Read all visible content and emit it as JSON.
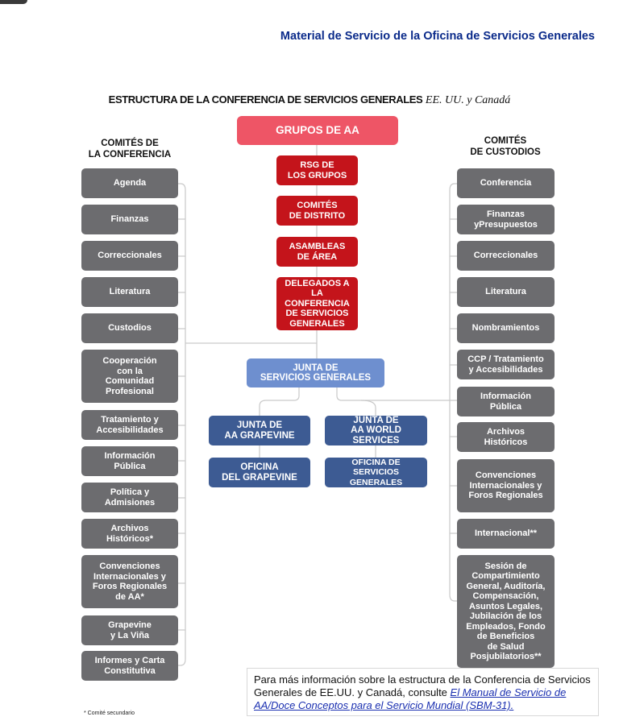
{
  "header": {
    "title": "Material de Servicio de la Oficina de Servicios Generales"
  },
  "diagram": {
    "title_bold": "ESTRUCTURA DE LA CONFERENCIA DE SERVICIOS GENERALES",
    "title_italic": "EE. UU. y Canadá",
    "left_column_title": "COMITÉS DE\nLA CONFERENCIA",
    "right_column_title": "COMITÉS\nDE CUSTODIOS",
    "center": {
      "groups": "GRUPOS DE AA",
      "rsg": "RSG DE\nLOS GRUPOS",
      "district": "COMITÉS\nDE DISTRITO",
      "area": "ASAMBLEAS\nDE ÁREA",
      "delegates": "DELEGADOS A\nLA CONFERENCIA\nDE SERVICIOS\nGENERALES",
      "board": "JUNTA DE\nSERVICIOS GENERALES",
      "grapevine_board": "JUNTA DE\nAA GRAPEVINE",
      "aaws_board": "JUNTA DE\nAA WORLD SERVICES",
      "grapevine_office": "OFICINA\nDEL GRAPEVINE",
      "gso_office": "OFICINA DE\nSERVICIOS GENERALES"
    },
    "left_committees": [
      "Agenda",
      "Finanzas",
      "Correccionales",
      "Literatura",
      "Custodios",
      "Cooperación\ncon la\nComunidad\nProfesional",
      "Tratamiento y\nAccesibilidades",
      "Información\nPública",
      "Política y\nAdmisiones",
      "Archivos\nHistóricos*",
      "Convenciones\nInternacionales y\nForos Regionales\nde AA*",
      "Grapevine\ny La Viña",
      "Informes y Carta\nConstitutiva"
    ],
    "right_committees": [
      "Conferencia",
      "Finanzas\nyPresupuestos",
      "Correccionales",
      "Literatura",
      "Nombramientos",
      "CCP / Tratamiento\ny Accesibilidades",
      "Información\nPública",
      "Archivos\nHistóricos",
      "Convenciones\nInternacionales y\nForos Regionales",
      "Internacional**",
      "Sesión de\nCompartimiento\nGeneral, Auditoría,\nCompensación,\nAsuntos Legales,\nJubilación de los\nEmpleados, Fondo\nde Beneficios\nde Salud\nPosjubilatorios**"
    ]
  },
  "info": {
    "text": "Para más información sobre la estructura de la Conferencia de Servicios Generales de EE.UU. y Canadá, consulte ",
    "link": "El Manual de Servicio de AA/Doce Conceptos para el Servicio Mundial (SBM-31)."
  },
  "footnote": "* Comité secundario",
  "colors": {
    "header_blue": "#0a2a8a",
    "gray": "#6c6c6f",
    "red": "#c4141b",
    "pink": "#ee5566",
    "navy": "#3d5b93",
    "light_blue": "#6e8fcf"
  }
}
